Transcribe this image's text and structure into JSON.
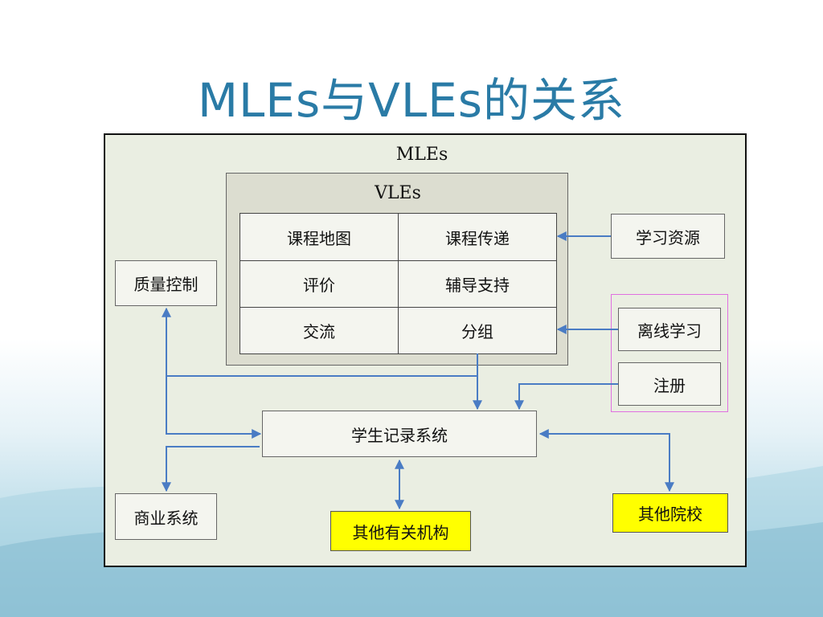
{
  "title": "MLEs与VLEs的关系",
  "outer_label": "MLEs",
  "inner_label": "VLEs",
  "grid": [
    [
      "课程地图",
      "课程传递"
    ],
    [
      "评价",
      "辅导支持"
    ],
    [
      "交流",
      "分组"
    ]
  ],
  "boxes": {
    "learning_resources": "学习资源",
    "quality_control": "质量控制",
    "offline_learning": "离线学习",
    "registration": "注册",
    "student_records": "学生记录系统",
    "business_system": "商业系统",
    "other_institutions": "其他有关机构",
    "other_colleges": "其他院校"
  },
  "colors": {
    "title": "#2a7ba6",
    "arrow": "#4a7cc4",
    "highlight": "#ffff00"
  }
}
